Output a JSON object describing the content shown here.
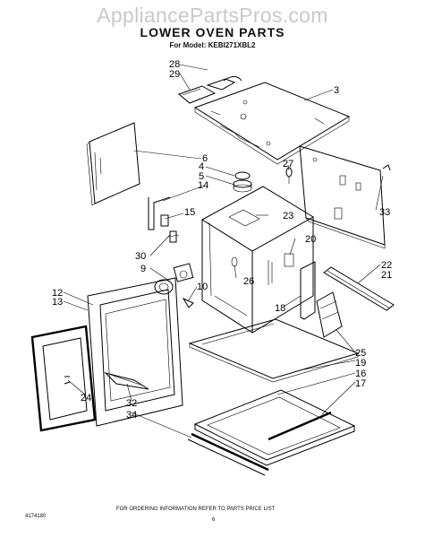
{
  "watermark": "AppliancePartsPros.com",
  "title": "LOWER OVEN PARTS",
  "model_line": "For Model: KEBI271XBL2",
  "footer": {
    "left_code": "4174180",
    "note": "FOR ORDERING INFORMATION REFER TO PARTS PRICE LIST",
    "page": "6"
  },
  "callouts": {
    "c28": "28",
    "c29": "29",
    "c3": "3",
    "c6": "6",
    "c4": "4",
    "c5": "5",
    "c14": "14",
    "c27": "27",
    "c15": "15",
    "c23": "23",
    "c33": "33",
    "c20": "20",
    "c30": "30",
    "c9": "9",
    "c22": "22",
    "c21": "21",
    "c26": "26",
    "c10": "10",
    "c12": "12",
    "c13": "13",
    "c18": "18",
    "c25": "25",
    "c19": "19",
    "c24": "24",
    "c16": "16",
    "c17": "17",
    "c32": "32",
    "c34": "34"
  }
}
